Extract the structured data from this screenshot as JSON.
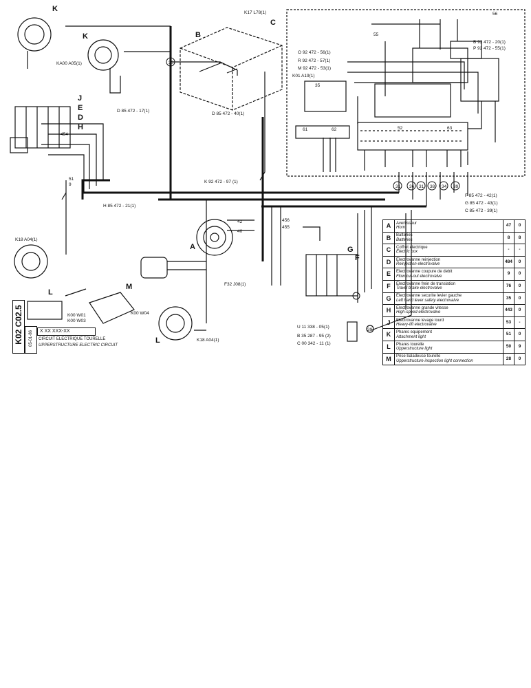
{
  "part_labels": {
    "k1": "K",
    "k2": "K",
    "b": "B",
    "c": "C",
    "j": "J",
    "e": "E",
    "d": "D",
    "h": "H",
    "a": "A",
    "g": "G",
    "f": "F",
    "m": "M",
    "l1": "L",
    "l2": "L"
  },
  "wire_refs": {
    "k17": "K17 L78(1)",
    "ka00": "KA00 A05(1)",
    "o92": "O 92 472 - 56(1)",
    "r92": "R 92 472 - 57(1)",
    "m92": "M 92 472 - 53(1)",
    "k01": "K01 A19(1)",
    "b92": "B 92 472 - 20(1)",
    "p92": "P 92 472 - 55(1)",
    "d85_17": "D 85 472 - 17(1)",
    "d85_40": "D 85 472 - 40(1)",
    "k92": "K 92 472 - 97 (1)",
    "h85": "H 85 472 - 21(1)",
    "f85": "F 85 472 - 42(1)",
    "g85": "G 85 472 - 43(1)",
    "c85": "C 85 472 - 39(1)",
    "k18a": "K18 A04(1)",
    "k18b": "K18 A04(1)",
    "f32": "F32 J08(1)",
    "k00w0": "K00 W04",
    "k00w01": "K00 W01",
    "k00w03": "K00 W03",
    "u": "U 11 338 - 05(1)",
    "b35": "B 35 287 - 95 (2)",
    "c00": "C 00 342 - 11 (1)"
  },
  "terminals": {
    "t56": "56",
    "t55": "55",
    "t61": "61",
    "t62": "62",
    "t52": "52",
    "t63": "63",
    "c31": "31",
    "c36": "36",
    "c31b": "31",
    "c38": "38",
    "c34": "34",
    "c39": "39",
    "c30": "30",
    "c39b": "39",
    "t35": "35",
    "t456": "456",
    "t455": "455",
    "t42": "42",
    "t40": "40",
    "t454": "454",
    "t51": "51",
    "t9": "9"
  },
  "legend": [
    {
      "code": "A",
      "fr": "Avertisseur",
      "en": "Horn",
      "n1": "47",
      "n2": "0"
    },
    {
      "code": "B",
      "fr": "Batteries",
      "en": "Batteries",
      "n1": "8",
      "n2": "8"
    },
    {
      "code": "C",
      "fr": "Coffret electrique",
      "en": "Electric box",
      "n1": "-",
      "n2": "-"
    },
    {
      "code": "D",
      "fr": "Electrovanne reinjection",
      "en": "Reinjection electrovalve",
      "n1": "484",
      "n2": "0"
    },
    {
      "code": "E",
      "fr": "Electrovanne coupure de debit",
      "en": "Flow cut-out electrovalve",
      "n1": "9",
      "n2": "0"
    },
    {
      "code": "F",
      "fr": "Electrovanne frein de translation",
      "en": "Travel brake electrovalve",
      "n1": "76",
      "n2": "0"
    },
    {
      "code": "G",
      "fr": "Electrovanne securite levier gauche",
      "en": "Left hand lever safety electrovalve",
      "n1": "35",
      "n2": "0"
    },
    {
      "code": "H",
      "fr": "Electrovanne grande vitesse",
      "en": "High-speed electrovalve",
      "n1": "443",
      "n2": "0"
    },
    {
      "code": "J",
      "fr": "Electrovanne levage lourd",
      "en": "Heavy-lift electrovalve",
      "n1": "53",
      "n2": "-"
    },
    {
      "code": "K",
      "fr": "Phares equipement",
      "en": "Attachment light",
      "n1": "51",
      "n2": "0"
    },
    {
      "code": "L",
      "fr": "Phares tourelle",
      "en": "Upperstructure light",
      "n1": "50",
      "n2": "9"
    },
    {
      "code": "M",
      "fr": "Prise baladeuse tourelle",
      "en": "Upperstructure inspection light connection",
      "n1": "28",
      "n2": "0"
    }
  ],
  "title_block": {
    "code": "K02 C02.5",
    "date": "05-01-86",
    "ref": "X XX XXX-XX",
    "title_fr": "CIRCUIT ELECTRIQUE TOURELLE",
    "title_en": "UPPERSTRUCTURE ELECTRIC CIRCUIT"
  }
}
